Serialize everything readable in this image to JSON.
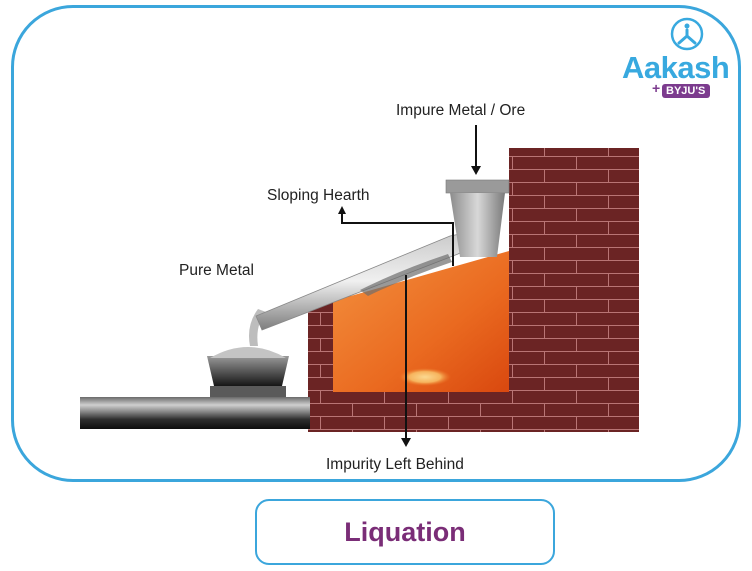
{
  "diagram": {
    "title": "Liquation",
    "labels": {
      "impure_metal": "Impure  Metal / Ore",
      "sloping_hearth": "Sloping Hearth",
      "pure_metal": "Pure Metal",
      "impurity": "Impurity Left Behind"
    },
    "colors": {
      "frame_border": "#3ba6dc",
      "title_text": "#7a2d77",
      "brick": "#6b2424",
      "brick_mortar": "#c98a8a",
      "furnace_fire": "#f07a2a",
      "metal": "#a8a8a8"
    }
  },
  "branding": {
    "logo_word": "Aakash",
    "logo_sub": "BYJU'S",
    "logo_plus": "+"
  }
}
